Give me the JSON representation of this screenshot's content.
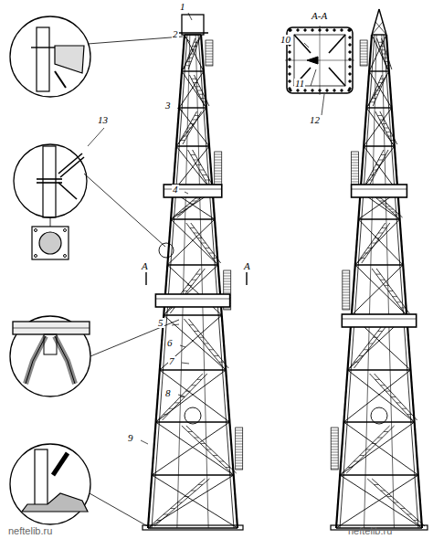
{
  "diagram": {
    "labels": [
      "1",
      "2",
      "3",
      "4",
      "5",
      "6",
      "7",
      "8",
      "9",
      "10",
      "11",
      "12",
      "13",
      "A-A",
      "A",
      "A",
      "neftelib.ru",
      "neftelib.ru"
    ]
  }
}
